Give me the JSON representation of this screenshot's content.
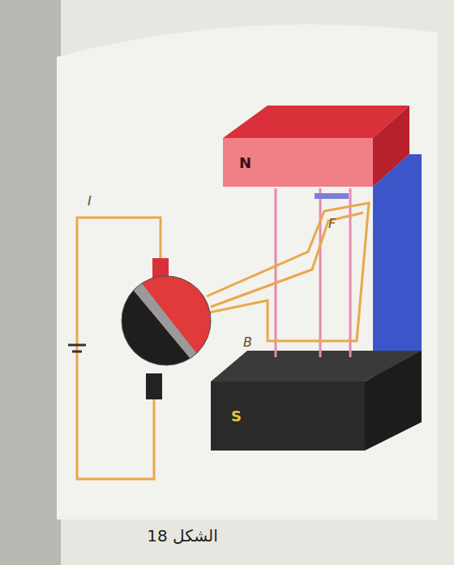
{
  "diagram": {
    "caption": "الشكل 18",
    "nodes": [
      {
        "text": [
          "N"
        ]
      },
      {
        "text": [
          "S"
        ]
      }
    ],
    "labels": [
      "I",
      "F",
      "B"
    ]
  }
}
